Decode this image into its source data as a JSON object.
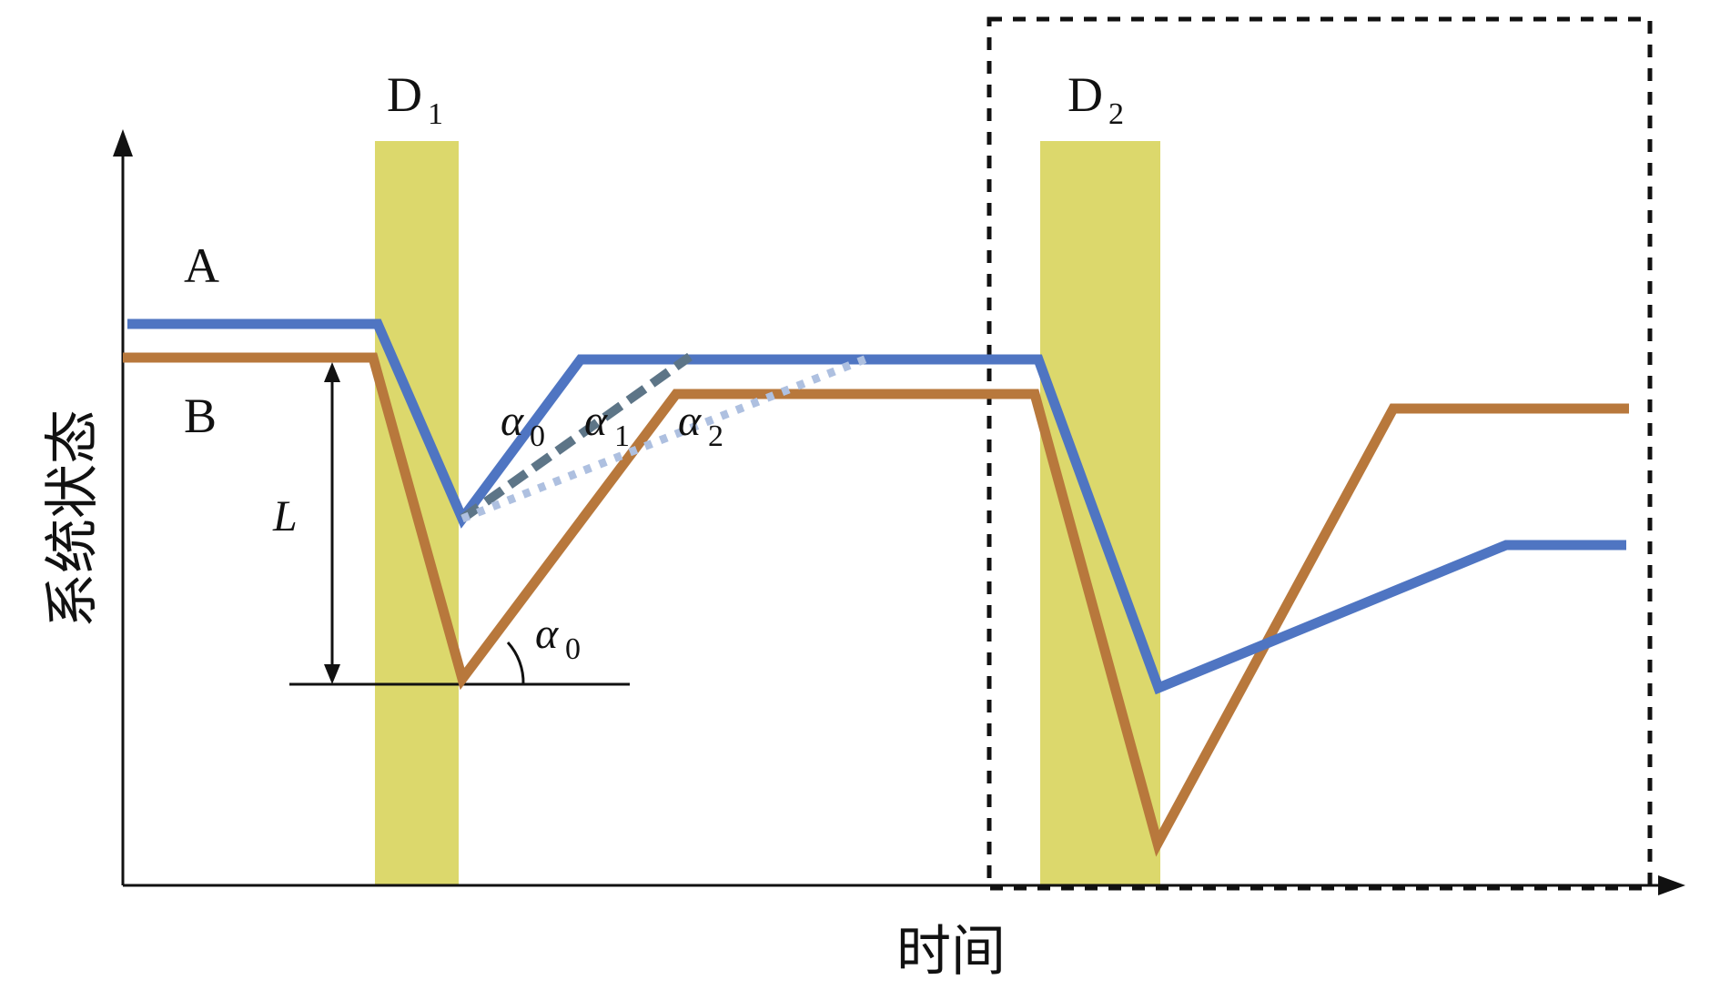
{
  "colors": {
    "curve_a": "#4f75c2",
    "curve_b": "#b8783c",
    "disturbance_band": "#dcd86c",
    "alpha1_dashed": "#5d7587",
    "alpha2_dotted": "#aec0e0",
    "axis": "#111111",
    "focus_box": "#111111"
  },
  "labels": {
    "curve_a": "A",
    "curve_b": "B",
    "disturbance_1": {
      "main": "D",
      "sub": "1"
    },
    "disturbance_2": {
      "main": "D",
      "sub": "2"
    },
    "loss": "L",
    "alpha0_upper": {
      "main": "α",
      "sub": "0"
    },
    "alpha1": {
      "main": "α",
      "sub": "1"
    },
    "alpha2": {
      "main": "α",
      "sub": "2"
    },
    "alpha0_lower": {
      "main": "α",
      "sub": "0"
    }
  },
  "axes": {
    "x_title": "时间",
    "y_title": "系统状态"
  }
}
